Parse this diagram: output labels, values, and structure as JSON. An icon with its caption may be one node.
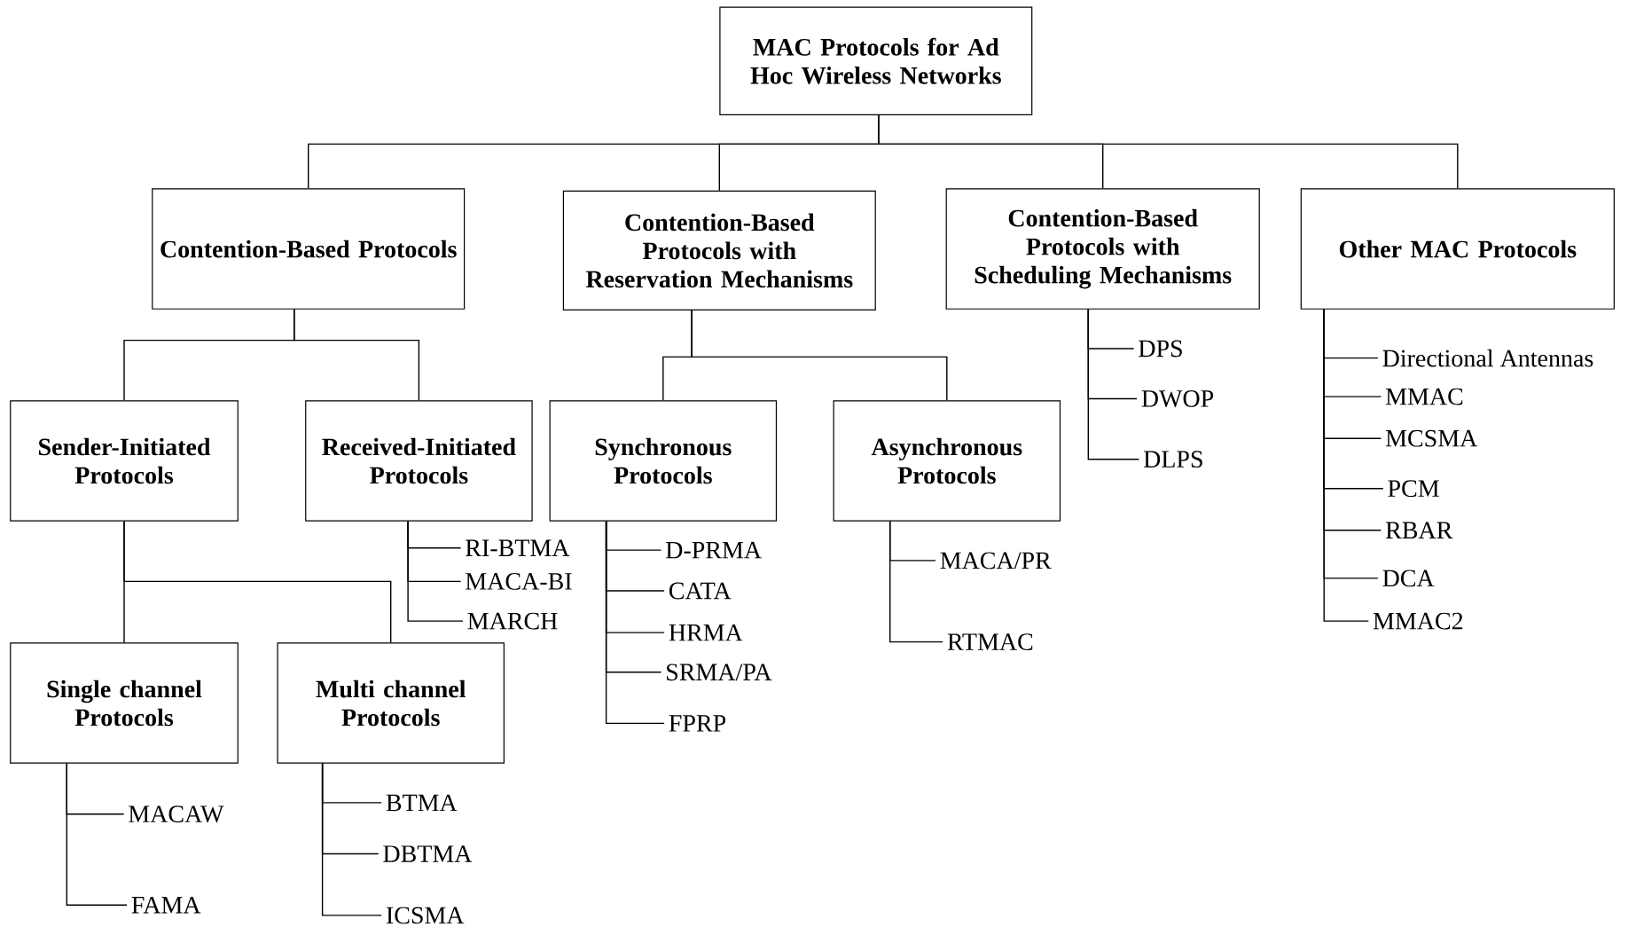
{
  "diagram": {
    "nodes": [
      {
        "text": [
          "MAC Protocols for Ad Hoc Wireless Networks"
        ]
      },
      {
        "text": [
          "Contention-Based Protocols"
        ]
      },
      {
        "text": [
          "Contention-Based Protocols with Reservation Mechanisms"
        ]
      },
      {
        "text": [
          "Contention-Based Protocols with Scheduling Mechanisms"
        ]
      },
      {
        "text": [
          "Other MAC Protocols"
        ]
      },
      {
        "text": [
          "DPS"
        ]
      },
      {
        "text": [
          "DWOP"
        ]
      },
      {
        "text": [
          "DLPS"
        ]
      },
      {
        "text": [
          "Directional Antennas"
        ]
      },
      {
        "text": [
          "MMAC"
        ]
      },
      {
        "text": [
          "MCSMA"
        ]
      },
      {
        "text": [
          "PCM"
        ]
      },
      {
        "text": [
          "RBAR"
        ]
      },
      {
        "text": [
          "DCA"
        ]
      },
      {
        "text": [
          "MMAC2"
        ]
      },
      {
        "text": [
          "Sender-Initiated Protocols"
        ]
      },
      {
        "text": [
          "Received-Initiated Protocols"
        ]
      },
      {
        "text": [
          "Synchronous Protocols"
        ]
      },
      {
        "text": [
          "Asynchronous Protocols"
        ]
      },
      {
        "text": [
          "RI-BTMA"
        ]
      },
      {
        "text": [
          "MACA-BI"
        ]
      },
      {
        "text": [
          "MARCH"
        ]
      },
      {
        "text": [
          "D-PRMA"
        ]
      },
      {
        "text": [
          "CATA"
        ]
      },
      {
        "text": [
          "HRMA"
        ]
      },
      {
        "text": [
          "SRMA/PA"
        ]
      },
      {
        "text": [
          "FPRP"
        ]
      },
      {
        "text": [
          "MACA/PR"
        ]
      },
      {
        "text": [
          "RTMAC"
        ]
      },
      {
        "text": [
          "Single channel Protocols"
        ]
      },
      {
        "text": [
          "Multi channel Protocols"
        ]
      },
      {
        "text": [
          "MACAW"
        ]
      },
      {
        "text": [
          "FAMA"
        ]
      },
      {
        "text": [
          "BTMA"
        ]
      },
      {
        "text": [
          "DBTMA"
        ]
      },
      {
        "text": [
          "ICSMA"
        ]
      }
    ],
    "edges": [
      {
        "from": 0,
        "to": 1,
        "arrow": "none"
      },
      {
        "from": 0,
        "to": 2,
        "arrow": "none"
      },
      {
        "from": 0,
        "to": 3,
        "arrow": "none"
      },
      {
        "from": 0,
        "to": 4,
        "arrow": "none"
      },
      {
        "from": 3,
        "to": 5,
        "arrow": "none"
      },
      {
        "from": 3,
        "to": 6,
        "arrow": "none"
      },
      {
        "from": 3,
        "to": 7,
        "arrow": "none"
      },
      {
        "from": 4,
        "to": 8,
        "arrow": "none"
      },
      {
        "from": 4,
        "to": 9,
        "arrow": "none"
      },
      {
        "from": 4,
        "to": 10,
        "arrow": "none"
      },
      {
        "from": 4,
        "to": 11,
        "arrow": "none"
      },
      {
        "from": 4,
        "to": 12,
        "arrow": "none"
      },
      {
        "from": 4,
        "to": 13,
        "arrow": "none"
      },
      {
        "from": 4,
        "to": 14,
        "arrow": "none"
      },
      {
        "from": 1,
        "to": 15,
        "arrow": "none"
      },
      {
        "from": 1,
        "to": 16,
        "arrow": "none"
      },
      {
        "from": 2,
        "to": 17,
        "arrow": "none"
      },
      {
        "from": 2,
        "to": 18,
        "arrow": "none"
      },
      {
        "from": 16,
        "to": 19,
        "arrow": "none"
      },
      {
        "from": 16,
        "to": 20,
        "arrow": "none"
      },
      {
        "from": 16,
        "to": 21,
        "arrow": "none"
      },
      {
        "from": 17,
        "to": 22,
        "arrow": "none"
      },
      {
        "from": 17,
        "to": 23,
        "arrow": "none"
      },
      {
        "from": 17,
        "to": 24,
        "arrow": "none"
      },
      {
        "from": 17,
        "to": 25,
        "arrow": "none"
      },
      {
        "from": 17,
        "to": 26,
        "arrow": "none"
      },
      {
        "from": 18,
        "to": 27,
        "arrow": "none"
      },
      {
        "from": 18,
        "to": 28,
        "arrow": "none"
      },
      {
        "from": 15,
        "to": 29,
        "arrow": "none"
      },
      {
        "from": 15,
        "to": 30,
        "arrow": "none"
      },
      {
        "from": 29,
        "to": 31,
        "arrow": "none"
      },
      {
        "from": 29,
        "to": 32,
        "arrow": "none"
      },
      {
        "from": 30,
        "to": 33,
        "arrow": "none"
      },
      {
        "from": 30,
        "to": 34,
        "arrow": "none"
      },
      {
        "from": 30,
        "to": 35,
        "arrow": "none"
      }
    ]
  }
}
